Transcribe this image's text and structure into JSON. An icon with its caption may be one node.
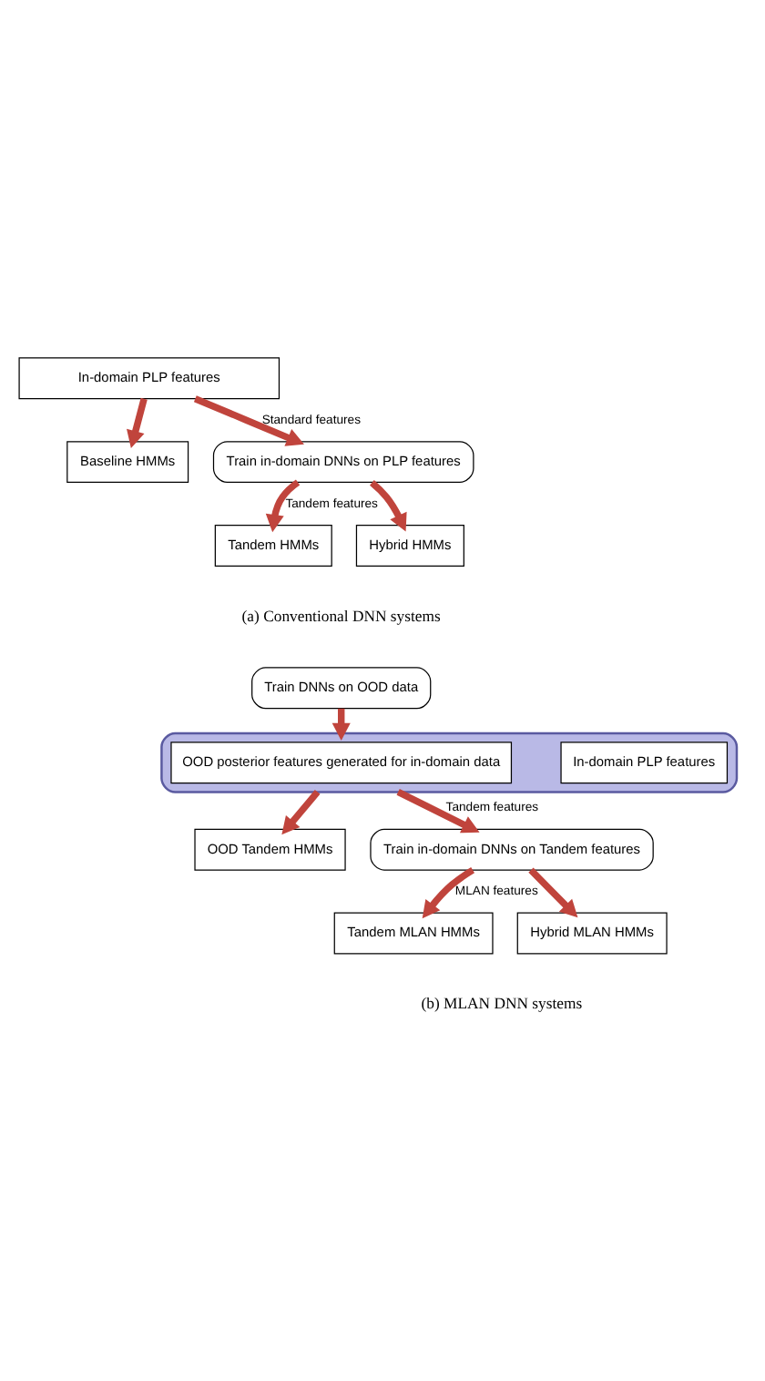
{
  "diagram": {
    "nodes": [
      {
        "text": [
          "In-domain PLP features"
        ]
      },
      {
        "text": [
          "Baseline HMMs"
        ]
      },
      {
        "text": [
          "Train in-domain DNNs on PLP features"
        ]
      },
      {
        "text": [
          "Tandem HMMs"
        ]
      },
      {
        "text": [
          "Hybrid HMMs"
        ]
      },
      {
        "text": [
          "Train DNNs on OOD data"
        ]
      },
      {
        "text": [],
        "shape": "box"
      },
      {
        "text": [
          "OOD posterior features generated for in-domain data"
        ],
        "in": 6
      },
      {
        "text": [
          "In-domain PLP features"
        ],
        "in": 6
      },
      {
        "text": [
          "OOD Tandem HMMs"
        ]
      },
      {
        "text": [
          "Train in-domain DNNs on Tandem features"
        ]
      },
      {
        "text": [
          "Tandem MLAN HMMs"
        ]
      },
      {
        "text": [
          "Hybrid MLAN HMMs"
        ]
      }
    ],
    "edges": [
      {
        "from": 0,
        "to": 1,
        "arrow": "to"
      },
      {
        "from": 0,
        "to": 2,
        "arrow": "to",
        "label": "Standard features"
      },
      {
        "from": 2,
        "to": 3,
        "arrow": "to",
        "label": "Tandem features"
      },
      {
        "from": 2,
        "to": 4,
        "arrow": "to"
      },
      {
        "from": 5,
        "to": 6,
        "arrow": "to"
      },
      {
        "from": 6,
        "to": 9,
        "arrow": "to"
      },
      {
        "from": 6,
        "to": 10,
        "arrow": "to",
        "label": "Tandem features"
      },
      {
        "from": 10,
        "to": 11,
        "arrow": "to",
        "label": "MLAN features"
      },
      {
        "from": 10,
        "to": 12,
        "arrow": "to"
      }
    ],
    "labels": [
      "(a) Conventional DNN systems",
      "(b) MLAN DNN systems"
    ]
  }
}
